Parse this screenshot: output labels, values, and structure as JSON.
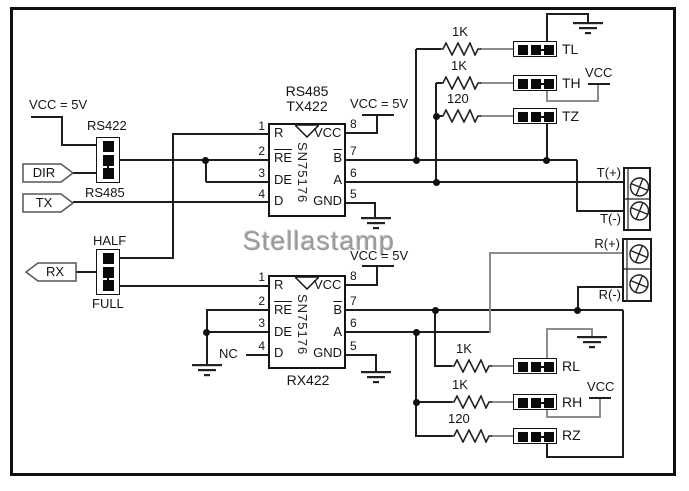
{
  "watermark": "Stellastamp",
  "labels": {
    "vcc5v": "VCC = 5V",
    "vcc": "VCC",
    "nc": "NC"
  },
  "flags": {
    "dir": "DIR",
    "tx": "TX",
    "rx": "RX"
  },
  "mode_jumper": {
    "top": "RS422",
    "bottom": "RS485"
  },
  "duplex_jumper": {
    "top": "HALF",
    "bottom": "FULL"
  },
  "chip_top": {
    "line1": "RS485",
    "line2": "TX422",
    "part": "SN75176",
    "pins_left": [
      {
        "n": "1",
        "name": "R"
      },
      {
        "n": "2",
        "name": "RE"
      },
      {
        "n": "3",
        "name": "DE"
      },
      {
        "n": "4",
        "name": "D"
      }
    ],
    "pins_right": [
      {
        "n": "8",
        "name": "VCC"
      },
      {
        "n": "7",
        "name": "B"
      },
      {
        "n": "6",
        "name": "A"
      },
      {
        "n": "5",
        "name": "GND"
      }
    ]
  },
  "chip_bottom": {
    "part": "SN75176",
    "caption": "RX422",
    "pins_left": [
      {
        "n": "1",
        "name": "R"
      },
      {
        "n": "2",
        "name": "RE"
      },
      {
        "n": "3",
        "name": "DE"
      },
      {
        "n": "4",
        "name": "D"
      }
    ],
    "pins_right": [
      {
        "n": "8",
        "name": "VCC"
      },
      {
        "n": "7",
        "name": "B"
      },
      {
        "n": "6",
        "name": "A"
      },
      {
        "n": "5",
        "name": "GND"
      }
    ]
  },
  "term_top": [
    {
      "value": "1K",
      "jumper": "TL"
    },
    {
      "value": "1K",
      "jumper": "TH"
    },
    {
      "value": "120",
      "jumper": "TZ"
    }
  ],
  "term_bottom": [
    {
      "value": "1K",
      "jumper": "RL"
    },
    {
      "value": "1K",
      "jumper": "RH"
    },
    {
      "value": "120",
      "jumper": "RZ"
    }
  ],
  "terminals": {
    "t_plus": "T(+)",
    "t_minus": "T(-)",
    "r_plus": "R(+)",
    "r_minus": "R(-)"
  }
}
